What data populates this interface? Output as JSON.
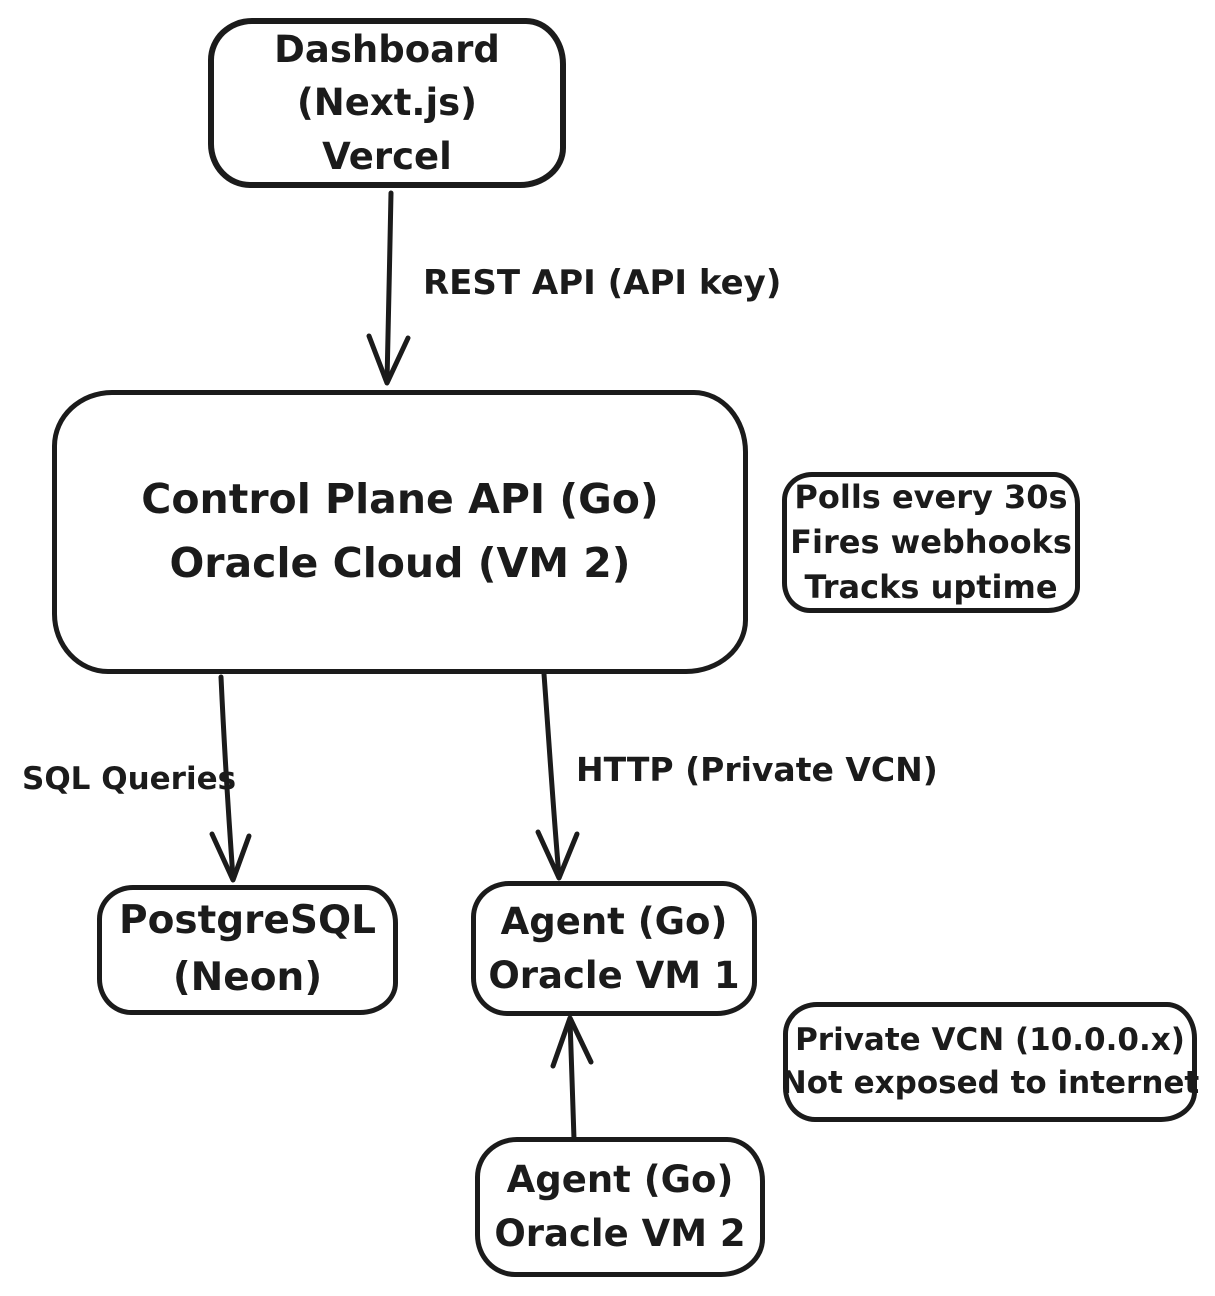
{
  "diagram": {
    "title": "Architecture diagram (hand-drawn style)",
    "colors": {
      "ink": "#1b1b1b",
      "background": "#ffffff"
    },
    "nodes": [
      {
        "id": "dashboard",
        "type": "box",
        "lines": [
          "Dashboard",
          "(Next.js)",
          "Vercel"
        ]
      },
      {
        "id": "control-plane",
        "type": "box",
        "lines": [
          "Control Plane API (Go)",
          "Oracle Cloud (VM 2)"
        ]
      },
      {
        "id": "note-polling",
        "type": "note",
        "lines": [
          "Polls every 30s",
          "Fires webhooks",
          "Tracks uptime"
        ]
      },
      {
        "id": "postgresql",
        "type": "box",
        "lines": [
          "PostgreSQL",
          "(Neon)"
        ]
      },
      {
        "id": "agent-vm1",
        "type": "box",
        "lines": [
          "Agent (Go)",
          "Oracle VM 1"
        ]
      },
      {
        "id": "note-vcn",
        "type": "note",
        "lines": [
          "Private VCN (10.0.0.x)",
          "Not exposed to internet"
        ]
      },
      {
        "id": "agent-vm2",
        "type": "box",
        "lines": [
          "Agent (Go)",
          "Oracle VM 2"
        ]
      }
    ],
    "edges": [
      {
        "id": "rest",
        "from": "dashboard",
        "to": "control-plane",
        "label": "REST API (API key)"
      },
      {
        "id": "sql",
        "from": "control-plane",
        "to": "postgresql",
        "label": "SQL Queries"
      },
      {
        "id": "http",
        "from": "control-plane",
        "to": "agent-vm1",
        "label": "HTTP (Private VCN)"
      },
      {
        "id": "vm2-vm1",
        "from": "agent-vm2",
        "to": "agent-vm1",
        "label": ""
      }
    ]
  }
}
